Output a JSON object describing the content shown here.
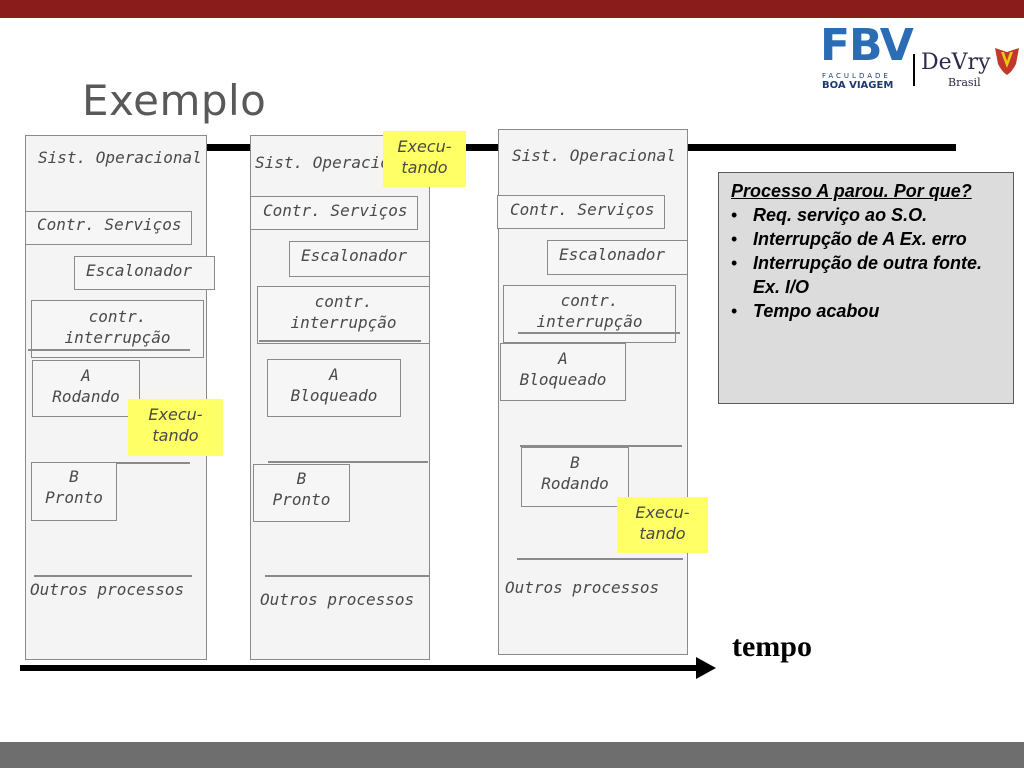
{
  "slide": {
    "title": "Exemplo"
  },
  "logo": {
    "fbv": "FBV",
    "faculdade": "FACULDADE",
    "boa_viagem": "BOA VIAGEM",
    "devry": "DeVry",
    "brasil": "Brasil"
  },
  "columns": [
    {
      "so": "Sist. Operacional",
      "servicos": "Contr. Serviços",
      "escalonador": "Escalonador",
      "interrupcao_1": "contr.",
      "interrupcao_2": "interrupção",
      "proc_a_1": "A",
      "proc_a_2": "Rodando",
      "proc_b_1": "B",
      "proc_b_2": "Pronto",
      "outros": "Outros processos",
      "exec_1": "Execu-",
      "exec_2": "tando"
    },
    {
      "so": "Sist. Operacional",
      "servicos": "Contr. Serviços",
      "escalonador": "Escalonador",
      "interrupcao_1": "contr.",
      "interrupcao_2": "interrupção",
      "proc_a_1": "A",
      "proc_a_2": "Bloqueado",
      "proc_b_1": "B",
      "proc_b_2": "Pronto",
      "outros": "Outros processos",
      "exec_1": "Execu-",
      "exec_2": "tando"
    },
    {
      "so": "Sist. Operacional",
      "servicos": "Contr. Serviços",
      "escalonador": "Escalonador",
      "interrupcao_1": "contr.",
      "interrupcao_2": "interrupção",
      "proc_a_1": "A",
      "proc_a_2": "Bloqueado",
      "proc_b_1": "B",
      "proc_b_2": "Rodando",
      "outros": "Outros processos",
      "exec_1": "Execu-",
      "exec_2": "tando"
    }
  ],
  "note": {
    "heading": "Processo A parou. Por que?",
    "items": [
      "Req. serviço ao S.O.",
      "Interrupção de A Ex. erro",
      "Interrupção de outra fonte.  Ex. I/O",
      "Tempo acabou"
    ]
  },
  "axis": {
    "label": "tempo"
  },
  "colors": {
    "top_bar": "#8b1c1c",
    "bottom_bar": "#6e6e6e",
    "highlight": "#ffff66",
    "note_bg": "#dcdcdc"
  }
}
